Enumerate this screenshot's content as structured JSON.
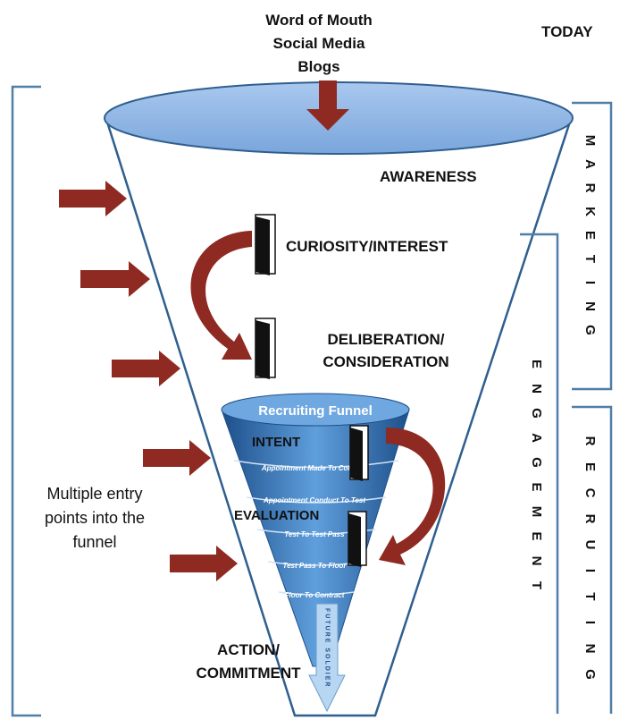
{
  "sources": [
    "Word of Mouth",
    "Social Media",
    "Blogs"
  ],
  "today_label": "TODAY",
  "stages": {
    "awareness": "AWARENESS",
    "curiosity": "CURIOSITY/INTEREST",
    "deliberation": [
      "DELIBERATION/",
      "CONSIDERATION"
    ],
    "intent": "INTENT",
    "evaluation": "EVALUATION",
    "action": [
      "ACTION/",
      "COMMITMENT"
    ]
  },
  "inner_funnel": {
    "title": "Recruiting Funnel",
    "bands": [
      "Appointment Made To Conduct",
      "Appointment Conduct To Test",
      "Test To Test Pass",
      "Test Pass To Floor",
      "Floor To Contract"
    ],
    "stem_label": "FUTURE SOLDIER"
  },
  "side_note": [
    "Multiple entry",
    "points into the",
    "funnel"
  ],
  "brackets": {
    "marketing": "MARKETING",
    "engagement": "ENGAGEMENT",
    "recruiting": "RECRUITING"
  },
  "colors": {
    "arrow": "#8e2a22",
    "funnel_top": "#8db4e2",
    "funnel_outline": "#2f5f8f",
    "bracket": "#4f7fa8",
    "inner_funnel": "#2f6fb0"
  }
}
